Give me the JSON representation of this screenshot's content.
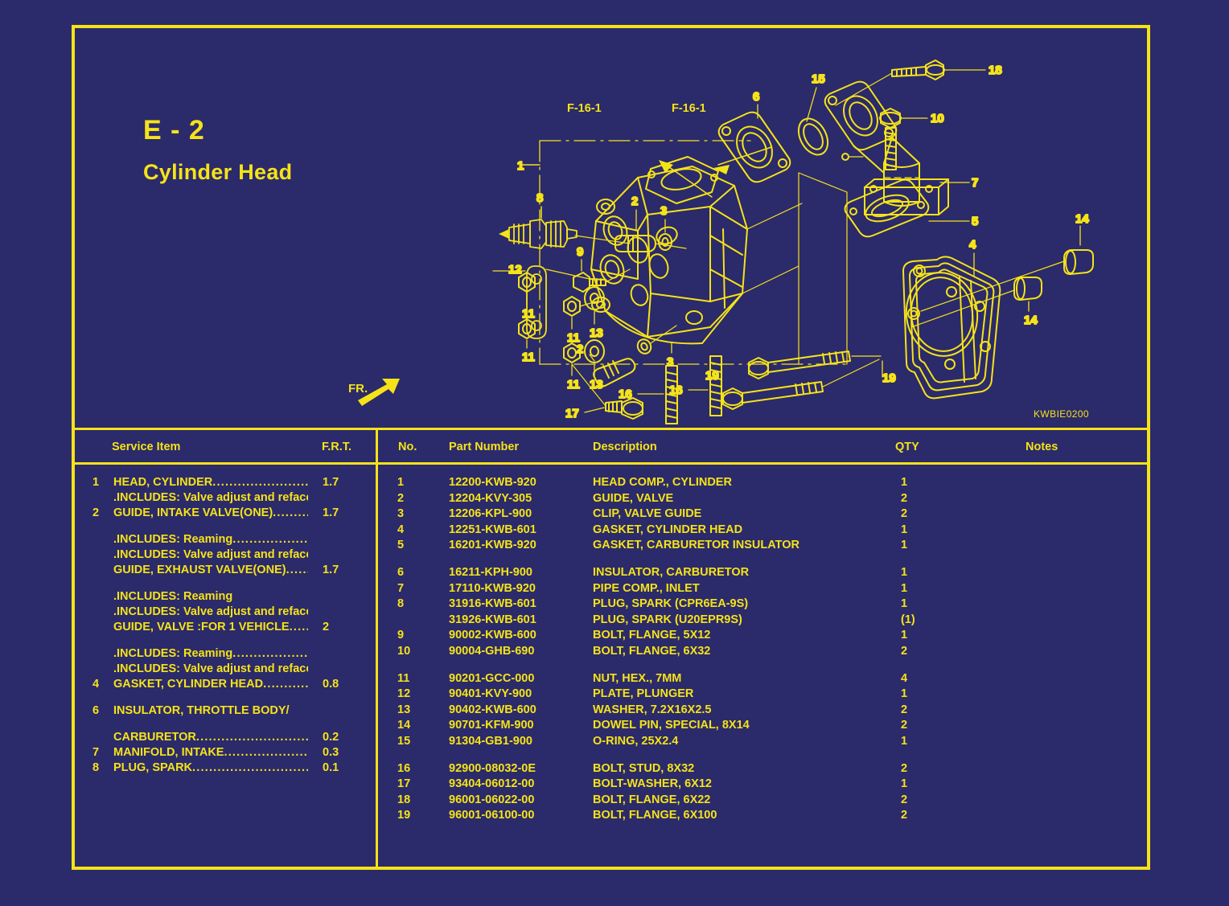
{
  "colors": {
    "background": "#2b2a6b",
    "ink": "#f5e318"
  },
  "title": {
    "section_code": "E - 2",
    "section_name": "Cylinder Head"
  },
  "diagram": {
    "orientation_mark": "FR.",
    "drawing_code": "KWBIE0200",
    "reference_labels": [
      {
        "text": "F-16-1"
      },
      {
        "text": "F-16-1"
      }
    ],
    "callouts": [
      "1",
      "2",
      "3",
      "4",
      "5",
      "6",
      "7",
      "8",
      "9",
      "10",
      "11",
      "12",
      "13",
      "14",
      "15",
      "16",
      "17",
      "18",
      "19"
    ]
  },
  "service_table": {
    "headers": {
      "item": "Service Item",
      "frt": "F.R.T."
    },
    "rows": [
      {
        "no": "1",
        "label": "HEAD, CYLINDER",
        "dots": "............................",
        "frt": "1.7",
        "gap": false
      },
      {
        "no": "",
        "label": ".INCLUDES: Valve adjust and reface.",
        "dots": "",
        "frt": "",
        "gap": false
      },
      {
        "no": "2",
        "label": "GUIDE, INTAKE VALVE(ONE)",
        "dots": "...........",
        "frt": "1.7",
        "gap": true
      },
      {
        "no": "",
        "label": ".INCLUDES: Reaming",
        "dots": "........................",
        "frt": "",
        "gap": false
      },
      {
        "no": "",
        "label": ".INCLUDES: Valve adjust and reface.",
        "dots": "",
        "frt": "",
        "gap": false
      },
      {
        "no": "",
        "label": "GUIDE, EXHAUST VALVE(ONE)",
        "dots": ".......",
        "frt": "1.7",
        "gap": true
      },
      {
        "no": "",
        "label": ".INCLUDES: Reaming",
        "dots": "",
        "frt": "",
        "gap": false
      },
      {
        "no": "",
        "label": ".INCLUDES: Valve adjust and reface.",
        "dots": "",
        "frt": "",
        "gap": false
      },
      {
        "no": "",
        "label": "GUIDE, VALVE :FOR 1 VEHICLE",
        "dots": "......",
        "frt": "2",
        "gap": true
      },
      {
        "no": "",
        "label": ".INCLUDES: Reaming",
        "dots": "........................",
        "frt": "",
        "gap": false
      },
      {
        "no": "",
        "label": ".INCLUDES: Valve adjust and reface.",
        "dots": "",
        "frt": "",
        "gap": false
      },
      {
        "no": "4",
        "label": "GASKET, CYLINDER HEAD",
        "dots": "..............",
        "frt": "0.8",
        "gap": true
      },
      {
        "no": "6",
        "label": "INSULATOR, THROTTLE BODY/",
        "dots": "",
        "frt": "",
        "gap": true
      },
      {
        "no": "",
        "label": "CARBURETOR",
        "dots": "..................................",
        "frt": "0.2",
        "gap": false
      },
      {
        "no": "7",
        "label": "MANIFOLD, INTAKE",
        "dots": "..........................",
        "frt": "0.3",
        "gap": false
      },
      {
        "no": "8",
        "label": "PLUG, SPARK",
        "dots": "...................................",
        "frt": "0.1",
        "gap": false
      }
    ]
  },
  "parts_table": {
    "headers": {
      "no": "No.",
      "part_number": "Part Number",
      "description": "Description",
      "qty": "QTY",
      "notes": "Notes"
    },
    "rows": [
      {
        "no": "1",
        "part_number": "12200-KWB-920",
        "description": "HEAD COMP., CYLINDER",
        "qty": "1",
        "notes": "",
        "gap": false
      },
      {
        "no": "2",
        "part_number": "12204-KVY-305",
        "description": "GUIDE, VALVE",
        "qty": "2",
        "notes": "",
        "gap": false
      },
      {
        "no": "3",
        "part_number": "12206-KPL-900",
        "description": "CLIP, VALVE GUIDE",
        "qty": "2",
        "notes": "",
        "gap": false
      },
      {
        "no": "4",
        "part_number": "12251-KWB-601",
        "description": "GASKET, CYLINDER HEAD",
        "qty": "1",
        "notes": "",
        "gap": false
      },
      {
        "no": "5",
        "part_number": "16201-KWB-920",
        "description": "GASKET, CARBURETOR INSULATOR",
        "qty": "1",
        "notes": "",
        "gap": false
      },
      {
        "no": "6",
        "part_number": "16211-KPH-900",
        "description": "INSULATOR, CARBURETOR",
        "qty": "1",
        "notes": "",
        "gap": true
      },
      {
        "no": "7",
        "part_number": "17110-KWB-920",
        "description": "PIPE COMP., INLET",
        "qty": "1",
        "notes": "",
        "gap": false
      },
      {
        "no": "8",
        "part_number": "31916-KWB-601",
        "description": "PLUG, SPARK (CPR6EA-9S)",
        "qty": "1",
        "notes": "",
        "gap": false
      },
      {
        "no": "",
        "part_number": "31926-KWB-601",
        "description": "PLUG, SPARK (U20EPR9S)",
        "qty": "(1)",
        "notes": "",
        "gap": false
      },
      {
        "no": "9",
        "part_number": "90002-KWB-600",
        "description": "BOLT, FLANGE, 5X12",
        "qty": "1",
        "notes": "",
        "gap": false
      },
      {
        "no": "10",
        "part_number": "90004-GHB-690",
        "description": "BOLT, FLANGE, 6X32",
        "qty": "2",
        "notes": "",
        "gap": false
      },
      {
        "no": "11",
        "part_number": "90201-GCC-000",
        "description": "NUT, HEX., 7MM",
        "qty": "4",
        "notes": "",
        "gap": true
      },
      {
        "no": "12",
        "part_number": "90401-KVY-900",
        "description": "PLATE, PLUNGER",
        "qty": "1",
        "notes": "",
        "gap": false
      },
      {
        "no": "13",
        "part_number": "90402-KWB-600",
        "description": "WASHER, 7.2X16X2.5",
        "qty": "2",
        "notes": "",
        "gap": false
      },
      {
        "no": "14",
        "part_number": "90701-KFM-900",
        "description": "DOWEL PIN, SPECIAL, 8X14",
        "qty": "2",
        "notes": "",
        "gap": false
      },
      {
        "no": "15",
        "part_number": "91304-GB1-900",
        "description": "O-RING, 25X2.4",
        "qty": "1",
        "notes": "",
        "gap": false
      },
      {
        "no": "16",
        "part_number": "92900-08032-0E",
        "description": "BOLT, STUD, 8X32",
        "qty": "2",
        "notes": "",
        "gap": true
      },
      {
        "no": "17",
        "part_number": "93404-06012-00",
        "description": "BOLT-WASHER, 6X12",
        "qty": "1",
        "notes": "",
        "gap": false
      },
      {
        "no": "18",
        "part_number": "96001-06022-00",
        "description": "BOLT, FLANGE, 6X22",
        "qty": "2",
        "notes": "",
        "gap": false
      },
      {
        "no": "19",
        "part_number": "96001-06100-00",
        "description": "BOLT, FLANGE, 6X100",
        "qty": "2",
        "notes": "",
        "gap": false
      }
    ]
  }
}
